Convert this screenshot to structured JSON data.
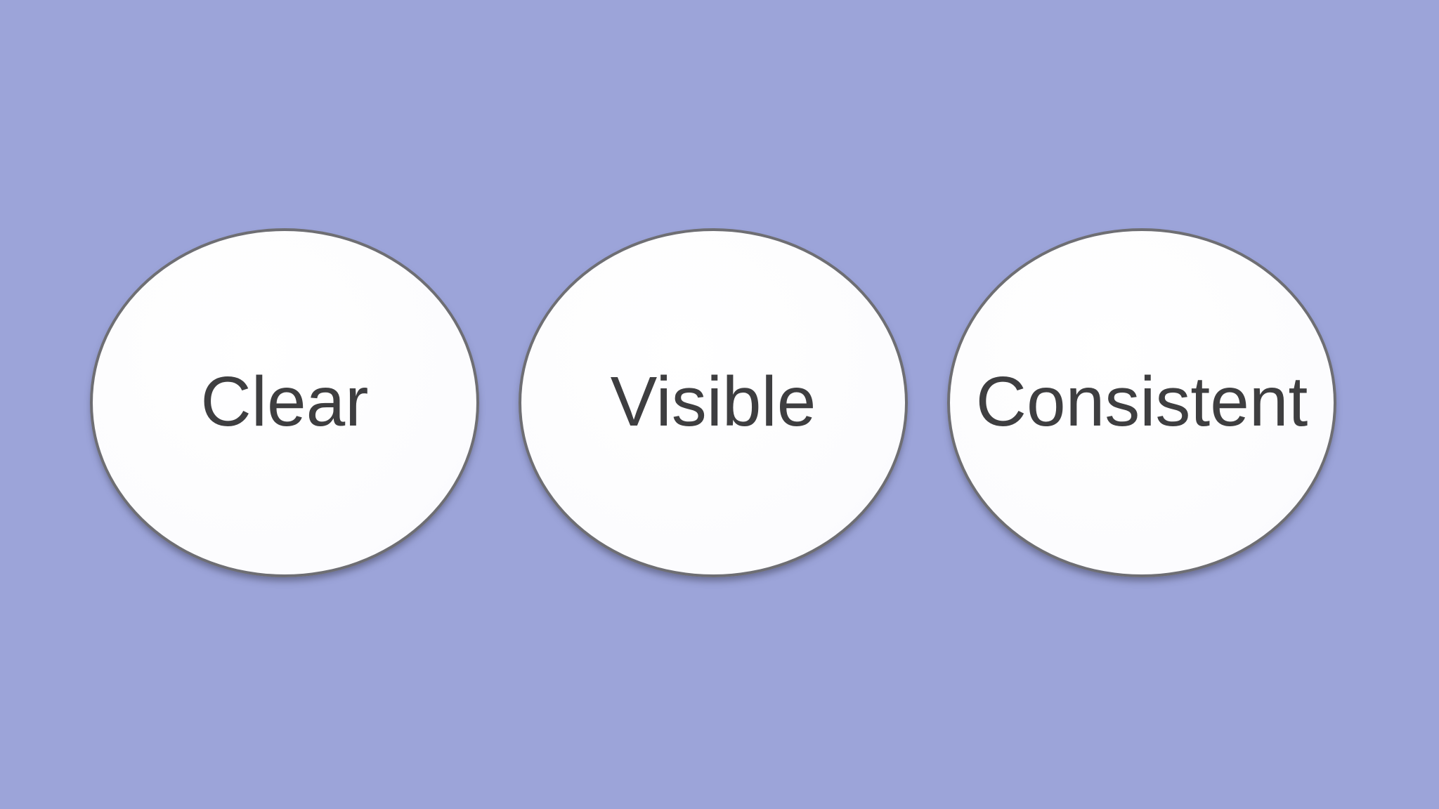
{
  "diagram": {
    "type": "three-ellipse-row",
    "nodes": [
      {
        "label": "Clear"
      },
      {
        "label": "Visible"
      },
      {
        "label": "Consistent"
      }
    ]
  },
  "colors": {
    "background": "#9ca4d9",
    "node-fill": "#fcfcfe",
    "node-border": "#6e6e73",
    "text": "#3e3e40"
  }
}
